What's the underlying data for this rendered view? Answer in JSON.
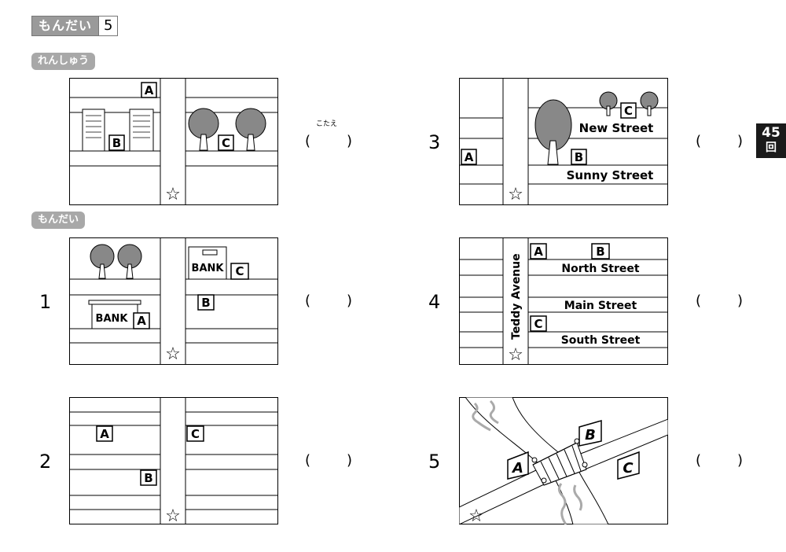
{
  "header": {
    "label": "もんだい",
    "number": "5"
  },
  "sections": {
    "practice": "れんしゅう",
    "problems": "もんだい"
  },
  "answer_hint": "こたえ",
  "paren": {
    "open": "(",
    "close": ")"
  },
  "tab": {
    "number": "45",
    "unit": "回"
  },
  "questions": [
    {
      "num": "3"
    },
    {
      "num": "1"
    },
    {
      "num": "4"
    },
    {
      "num": "2"
    },
    {
      "num": "5"
    }
  ],
  "maps": {
    "practice": {
      "A": "A",
      "B": "B",
      "C": "C"
    },
    "q1": {
      "A": "A",
      "B": "B",
      "C": "C",
      "bank": "BANK"
    },
    "q2": {
      "A": "A",
      "B": "B",
      "C": "C"
    },
    "q3": {
      "A": "A",
      "B": "B",
      "C": "C",
      "street1": "New Street",
      "street2": "Sunny Street"
    },
    "q4": {
      "A": "A",
      "B": "B",
      "C": "C",
      "avenue": "Teddy Avenue",
      "street1": "North Street",
      "street2": "Main Street",
      "street3": "South Street"
    },
    "q5": {
      "A": "A",
      "B": "B",
      "C": "C"
    }
  },
  "star": "☆"
}
